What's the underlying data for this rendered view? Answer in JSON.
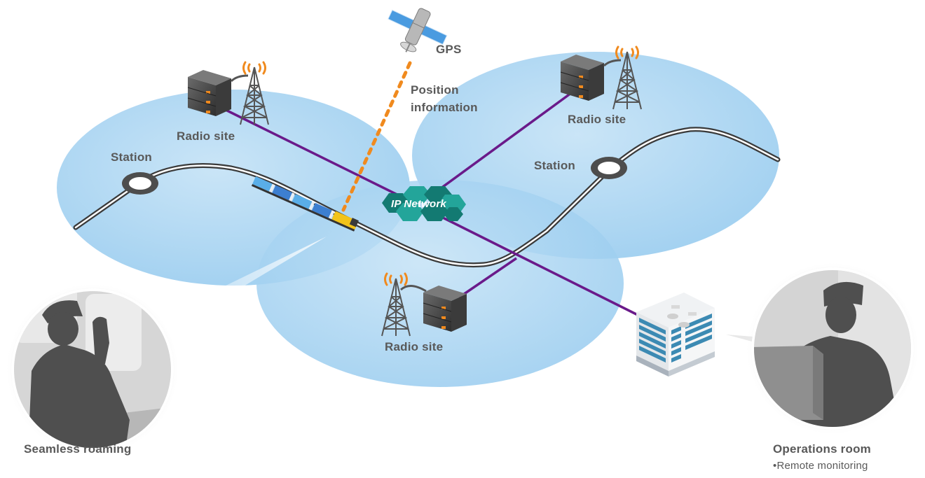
{
  "diagram": {
    "title": "",
    "labels": {
      "gps": "GPS",
      "position_info_line1": "Position",
      "position_info_line2": "information",
      "ip_network": "IP Network",
      "radio_site_left": "Radio site",
      "radio_site_right": "Radio site",
      "radio_site_bottom": "Radio site",
      "station_left": "Station",
      "station_right": "Station",
      "seamless_roaming": "Seamless roaming",
      "operations_room": "Operations room",
      "remote_monitoring": "•Remote monitoring"
    },
    "nodes": [
      {
        "id": "gps",
        "type": "satellite",
        "label": "GPS"
      },
      {
        "id": "ip-network",
        "type": "network-hub",
        "label": "IP Network"
      },
      {
        "id": "radio-site-left",
        "type": "radio-site",
        "label": "Radio site"
      },
      {
        "id": "radio-site-right",
        "type": "radio-site",
        "label": "Radio site"
      },
      {
        "id": "radio-site-bottom",
        "type": "radio-site",
        "label": "Radio site"
      },
      {
        "id": "station-left",
        "type": "station",
        "label": "Station"
      },
      {
        "id": "station-right",
        "type": "station",
        "label": "Station"
      },
      {
        "id": "train",
        "type": "train",
        "label": ""
      },
      {
        "id": "operations-building",
        "type": "building",
        "label": ""
      },
      {
        "id": "driver",
        "type": "person-callout",
        "label": "Seamless roaming"
      },
      {
        "id": "operator",
        "type": "person-callout",
        "label": "Operations room"
      }
    ],
    "edges": [
      {
        "from": "gps",
        "to": "train",
        "style": "dotted",
        "label": "Position information"
      },
      {
        "from": "radio-site-left",
        "to": "ip-network",
        "style": "solid"
      },
      {
        "from": "radio-site-right",
        "to": "ip-network",
        "style": "solid"
      },
      {
        "from": "radio-site-bottom",
        "to": "ip-network",
        "style": "solid"
      },
      {
        "from": "ip-network",
        "to": "operations-building",
        "style": "solid"
      }
    ],
    "colors": {
      "coverage": "#a9d4f0",
      "coverage_edge": "#8cc6ec",
      "link": "#6a1a8a",
      "gps_link": "#f08a1e",
      "network_hex": "#23a59a",
      "network_hex_dark": "#137a72",
      "text": "#595959",
      "track": "#3a3a3a",
      "signal": "#f08a1e",
      "silhouette": "#4f4f4f",
      "train_loco": "#f2c31a",
      "train_car": "#4a8fd6"
    }
  }
}
